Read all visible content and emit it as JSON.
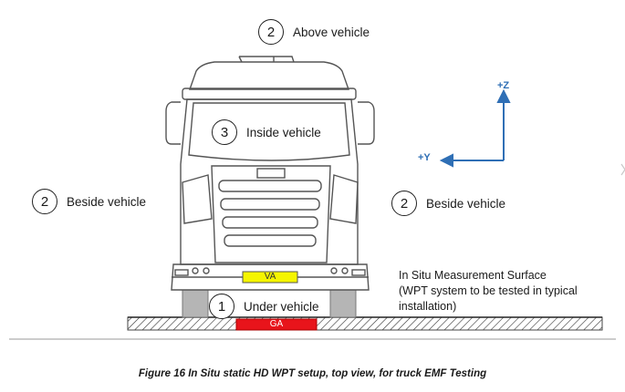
{
  "labels": {
    "above": {
      "num": "2",
      "text": "Above vehicle"
    },
    "inside": {
      "num": "3",
      "text": "Inside vehicle"
    },
    "beside_left": {
      "num": "2",
      "text": "Beside vehicle"
    },
    "beside_right": {
      "num": "2",
      "text": "Beside vehicle"
    },
    "under": {
      "num": "1",
      "text": "Under vehicle"
    }
  },
  "axes": {
    "z": "+Z",
    "y": "+Y",
    "color": "#2f6fb5"
  },
  "pads": {
    "va": "VA",
    "ga": "GA",
    "va_color": "#f5f500",
    "ga_color": "#e8141b"
  },
  "surface": {
    "line1": "In Situ Measurement Surface",
    "line2": "(WPT system to be tested in typical",
    "line3": "installation)"
  },
  "caption": "Figure 16 In Situ static HD WPT setup, top view, for truck EMF Testing"
}
